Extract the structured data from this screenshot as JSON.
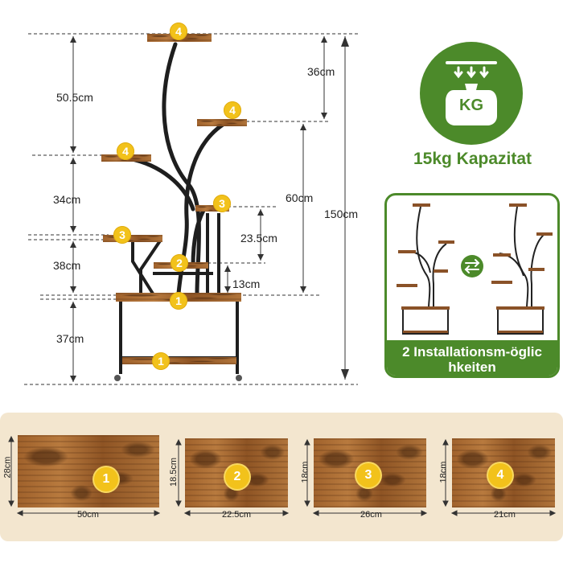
{
  "dimensions": {
    "d1": "50.5cm",
    "d2": "36cm",
    "d3": "34cm",
    "d4": "60cm",
    "d5": "150cm",
    "d6": "23.5cm",
    "d7": "38cm",
    "d8": "13cm",
    "d9": "37cm"
  },
  "shelf_badges": [
    "4",
    "4",
    "4",
    "3",
    "3",
    "2",
    "1",
    "1"
  ],
  "capacity": {
    "icon_label": "KG",
    "text": "15kg Kapazitat"
  },
  "installation": {
    "caption": "2 Installationsm-öglichkeiten"
  },
  "boards": [
    {
      "number": "1",
      "height": "28cm",
      "width": "50cm"
    },
    {
      "number": "2",
      "height": "18.5cm",
      "width": "22.5cm"
    },
    {
      "number": "3",
      "height": "18cm",
      "width": "26cm"
    },
    {
      "number": "4",
      "height": "18cm",
      "width": "21cm"
    }
  ],
  "colors": {
    "accent_green": "#4c8a2a",
    "badge_yellow": "#f2c21b",
    "panel_beige": "#f3e6cf",
    "wood_brown": "#9a5d2b"
  }
}
